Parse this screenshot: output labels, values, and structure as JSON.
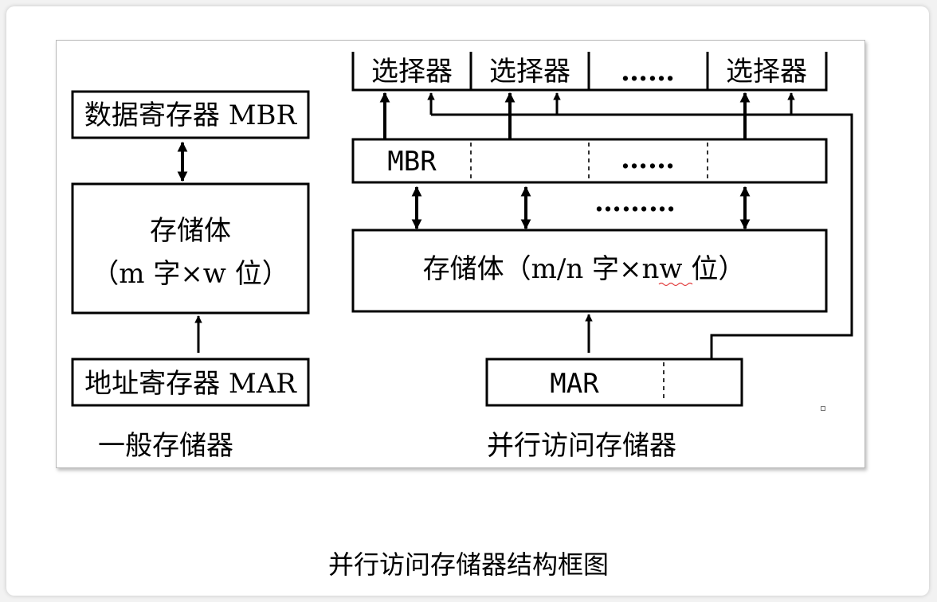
{
  "caption": "并行访问存储器结构框图",
  "left_diagram": {
    "data_register": "数据寄存器 MBR",
    "memory_line1": "存储体",
    "memory_line2": "（m 字×w 位）",
    "address_register": "地址寄存器 MAR",
    "label": "一般存储器"
  },
  "right_diagram": {
    "selectors": [
      "选择器",
      "选择器",
      "……",
      "选择器"
    ],
    "mbr_segments": [
      "MBR",
      "",
      "……",
      ""
    ],
    "mid_ellipsis": "………",
    "memory": "存储体（m/n 字×nw 位）",
    "mar": "MAR",
    "label": "并行访问存储器"
  }
}
